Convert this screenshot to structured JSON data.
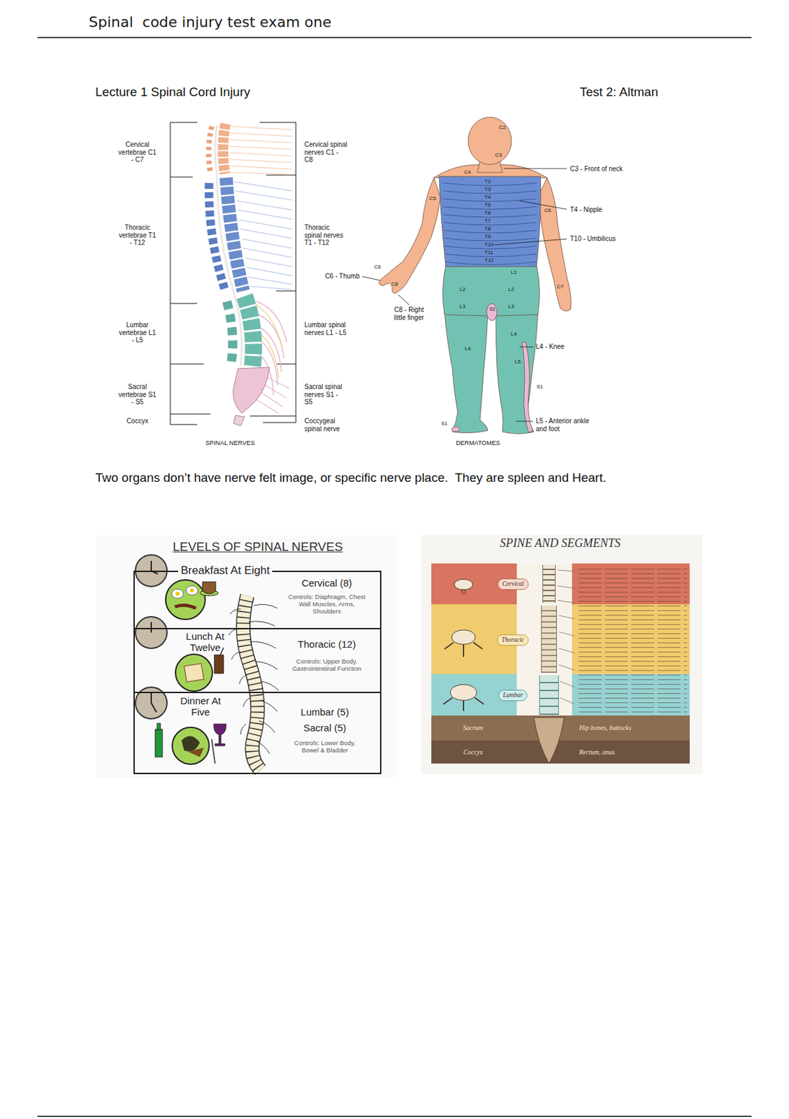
{
  "diagram": {
    "title": "Spinal  code injury test exam one",
    "nodes": [
      {
        "text": [
          "Breakfast At Eight",
          "Cervical (8)",
          "Controls: Diaphragm, Chest Wall Muscles, Arms, Shoulders"
        ]
      },
      {
        "text": [
          "Lunch At Twelve",
          "Thoracic (12)",
          "Controls: Upper Body, Gastrointestinal Function"
        ]
      },
      {
        "text": [
          "Dinner At Five",
          "Lumbar (5)",
          "Sacral (5)",
          "Controls: Lower Body, Bowel & Bladder"
        ]
      },
      {
        "text": [
          "Cervical"
        ]
      },
      {
        "text": [
          "Thoracic"
        ]
      },
      {
        "text": [
          "Lumbar"
        ]
      },
      {
        "text": [
          "Sacrum"
        ]
      },
      {
        "text": [
          "Coccyx"
        ]
      },
      {
        "text": [
          "Hip bones, buttocks"
        ]
      },
      {
        "text": [
          "Rectum, anus"
        ]
      }
    ],
    "labels": [
      "Lecture 1 Spinal Cord Injury",
      "Test 2: Altman",
      "Cervical vertebrae C1 - C7",
      "Cervical spinal nerves C1 - C8",
      "Thoracic vertebrae T1 - T12",
      "Thoracic spinal nerves T1 - T12",
      "C6 - Thumb",
      "C8 - Right little finger",
      "Lumbar vertebrae L1 - L5",
      "Lumbar spinal nerves L1 - L5",
      "Sacral vertebrae S1 - S5",
      "Sacral spinal nerves S1 - S5",
      "Coccyx",
      "Coccygeal spinal nerve",
      "SPINAL NERVES",
      "C3 - Front of neck",
      "T4 - Nipple",
      "T10 - Umbilicus",
      "L4 - Knee",
      "L5 - Anterior ankle and foot",
      "DERMATOMES",
      "C2",
      "C3",
      "C4",
      "T2",
      "T3",
      "T4",
      "T5",
      "T6",
      "T7",
      "T8",
      "T9",
      "T10",
      "T11",
      "T12",
      "L1",
      "L2",
      "L2",
      "L3",
      "L3",
      "L4",
      "L4",
      "L5",
      "S1",
      "S1",
      "S2",
      "C5",
      "C6",
      "C8",
      "C6",
      "C7",
      "Two organs don’t have nerve felt image, or specific nerve place.  They are spleen and Heart.",
      "LEVELS OF SPINAL NERVES",
      "SPINE AND SEGMENTS"
    ]
  }
}
